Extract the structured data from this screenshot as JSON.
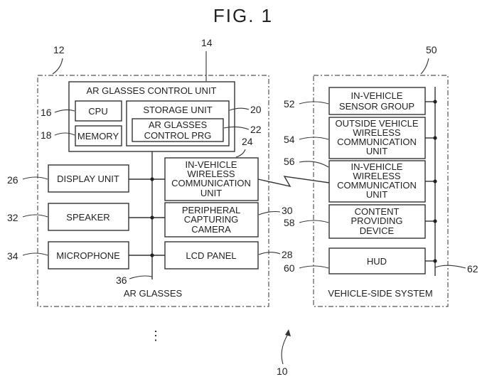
{
  "figure": {
    "title": "FIG. 1",
    "system_ref": "10"
  },
  "ar_glasses": {
    "ref": "12",
    "label": "AR GLASSES",
    "bus_ref": "36",
    "control_unit": {
      "ref": "14",
      "label": "AR GLASSES CONTROL UNIT"
    },
    "cpu": {
      "ref": "16",
      "label": "CPU"
    },
    "memory": {
      "ref": "18",
      "label": "MEMORY"
    },
    "storage": {
      "ref": "20",
      "label": "STORAGE UNIT"
    },
    "program": {
      "ref": "22",
      "lines": [
        "AR GLASSES",
        "CONTROL PRG"
      ]
    },
    "wireless": {
      "ref": "24",
      "lines": [
        "IN-VEHICLE",
        "WIRELESS",
        "COMMUNICATION",
        "UNIT"
      ]
    },
    "display": {
      "ref": "26",
      "label": "DISPLAY UNIT"
    },
    "lcd": {
      "ref": "28",
      "label": "LCD PANEL"
    },
    "camera": {
      "ref": "30",
      "lines": [
        "PERIPHERAL",
        "CAPTURING",
        "CAMERA"
      ]
    },
    "speaker": {
      "ref": "32",
      "label": "SPEAKER"
    },
    "microphone": {
      "ref": "34",
      "label": "MICROPHONE"
    }
  },
  "vehicle": {
    "ref": "50",
    "label": "VEHICLE-SIDE SYSTEM",
    "bus_ref": "62",
    "sensor": {
      "ref": "52",
      "lines": [
        "IN-VEHICLE",
        "SENSOR GROUP"
      ]
    },
    "outside_comm": {
      "ref": "54",
      "lines": [
        "OUTSIDE VEHICLE",
        "WIRELESS",
        "COMMUNICATION",
        "UNIT"
      ]
    },
    "in_comm": {
      "ref": "56",
      "lines": [
        "IN-VEHICLE",
        "WIRELESS",
        "COMMUNICATION",
        "UNIT"
      ]
    },
    "content": {
      "ref": "58",
      "lines": [
        "CONTENT",
        "PROVIDING",
        "DEVICE"
      ]
    },
    "hud": {
      "ref": "60",
      "label": "HUD"
    }
  },
  "ellipsis": "⋮"
}
